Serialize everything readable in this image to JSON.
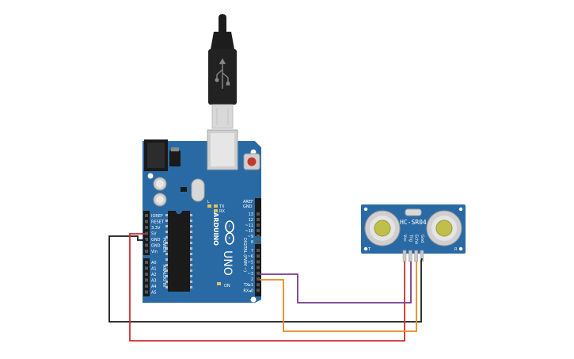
{
  "arduino": {
    "logo": "ARDUINO",
    "model": "UNO",
    "aref": "AREF",
    "gnd": "GND",
    "digital_pins": [
      "13",
      "12",
      "~11",
      "~10",
      "~9",
      "8",
      "7",
      "~6",
      "~5",
      "4",
      "~3",
      "2",
      "TX▸1",
      "RX◂0"
    ],
    "digital_header_label": "DIGITAL (PWM ~)",
    "power_pins": [
      "IOREF",
      "RESET",
      "3.3V",
      "5V",
      "GND",
      "GND",
      "Vin"
    ],
    "power_header_label": "POWER",
    "analog_pins": [
      "A0",
      "A1",
      "A2",
      "A3",
      "A4",
      "A5"
    ],
    "analog_header_label": "ANALOG IN",
    "tx_label": "TX",
    "rx_label": "RX",
    "l_label": "L",
    "on_label": "ON",
    "reset_button": "reset"
  },
  "sensor": {
    "model": "HC-SR04",
    "pins": [
      "Vcc",
      "Trig",
      "Echo",
      "Gnd"
    ],
    "left_label": "T",
    "right_label": "R"
  },
  "wires": {
    "colors": {
      "black": "#1a1a1a",
      "red": "#d42b2b",
      "orange": "#e88a1a",
      "purple": "#7a3a94"
    }
  },
  "colors": {
    "board": "#2a6aa4",
    "board_dark": "#1e5285",
    "sensor": "#2a6aa4",
    "header": "#1a1a1a",
    "usb_plug": "#222222"
  }
}
